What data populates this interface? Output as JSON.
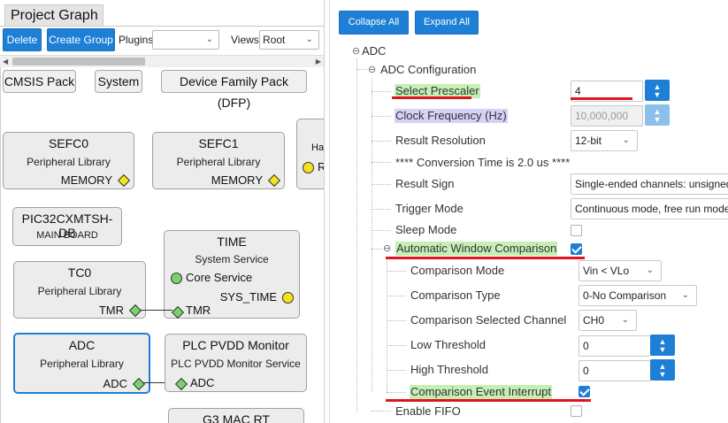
{
  "left_panel": {
    "tab_label": "Project Graph",
    "delete_label": "Delete",
    "create_group_label": "Create Group",
    "plugins_label": "Plugins:",
    "plugins_value": "",
    "views_label": "Views:",
    "views_value": "Root",
    "top_pills": [
      "CMSIS Pack",
      "System",
      "Device Family Pack (DFP)"
    ],
    "nodes": {
      "sefc0": {
        "title": "SEFC0",
        "subtitle": "Peripheral Library",
        "port": "MEMORY"
      },
      "sefc1": {
        "title": "SEFC1",
        "subtitle": "Peripheral Library",
        "port": "MEMORY"
      },
      "partial": {
        "title_fragment": "Ha",
        "port_fragment": "R"
      },
      "pic32": {
        "title": "PIC32CXMTSH-DB",
        "subtitle": "MAIN BOARD"
      },
      "time": {
        "title": "TIME",
        "subtitle": "System Service",
        "port_left": "Core Service",
        "port_right": "SYS_TIME"
      },
      "tc0": {
        "title": "TC0",
        "subtitle": "Peripheral Library",
        "port": "TMR"
      },
      "time_tmr": {
        "port": "TMR"
      },
      "adc": {
        "title": "ADC",
        "subtitle": "Peripheral Library",
        "port": "ADC"
      },
      "plc": {
        "title": "PLC PVDD Monitor",
        "subtitle": "PLC PVDD Monitor Service",
        "port": "ADC"
      },
      "g3": {
        "title": "G3 MAC RT"
      }
    }
  },
  "right_panel": {
    "collapse_all": "Collapse All",
    "expand_all": "Expand All",
    "tree": {
      "root": "ADC",
      "adc_configuration": "ADC Configuration",
      "select_prescaler": {
        "label": "Select Prescaler",
        "value": "4"
      },
      "clock_frequency": {
        "label": "Clock Frequency (Hz)",
        "value": "10,000,000"
      },
      "result_resolution": {
        "label": "Result Resolution",
        "value": "12-bit"
      },
      "conversion_time": "**** Conversion Time is 2.0 us ****",
      "result_sign": {
        "label": "Result Sign",
        "value": "Single-ended channels: unsigned co"
      },
      "trigger_mode": {
        "label": "Trigger Mode",
        "value": "Continuous mode, free run mode"
      },
      "sleep_mode": {
        "label": "Sleep Mode",
        "checked": false
      },
      "automatic_window_comparison": {
        "label": "Automatic Window Comparison",
        "checked": true
      },
      "comparison_mode": {
        "label": "Comparison Mode",
        "value": "Vin < VLo"
      },
      "comparison_type": {
        "label": "Comparison Type",
        "value": "0-No Comparison"
      },
      "comparison_selected_channel": {
        "label": "Comparison Selected Channel",
        "value": "CH0"
      },
      "low_threshold": {
        "label": "Low Threshold",
        "value": "0"
      },
      "high_threshold": {
        "label": "High Threshold",
        "value": "0"
      },
      "comparison_event_interrupt": {
        "label": "Comparison Event Interrupt",
        "checked": true
      },
      "enable_fifo": {
        "label": "Enable FIFO",
        "checked": false
      }
    }
  },
  "colors": {
    "accent_blue": "#1e7fd6",
    "highlight_green": "#c5efb4",
    "highlight_purple": "#d8d0f5",
    "annotation_red": "#e0141e",
    "port_yellow": "#f3e21c",
    "port_green": "#79d36b"
  },
  "icons": [
    "chevron-down-icon",
    "caret-up-icon",
    "caret-down-icon",
    "collapse-toggle-icon",
    "diamond-port-icon",
    "circle-port-icon",
    "checkmark-icon"
  ]
}
